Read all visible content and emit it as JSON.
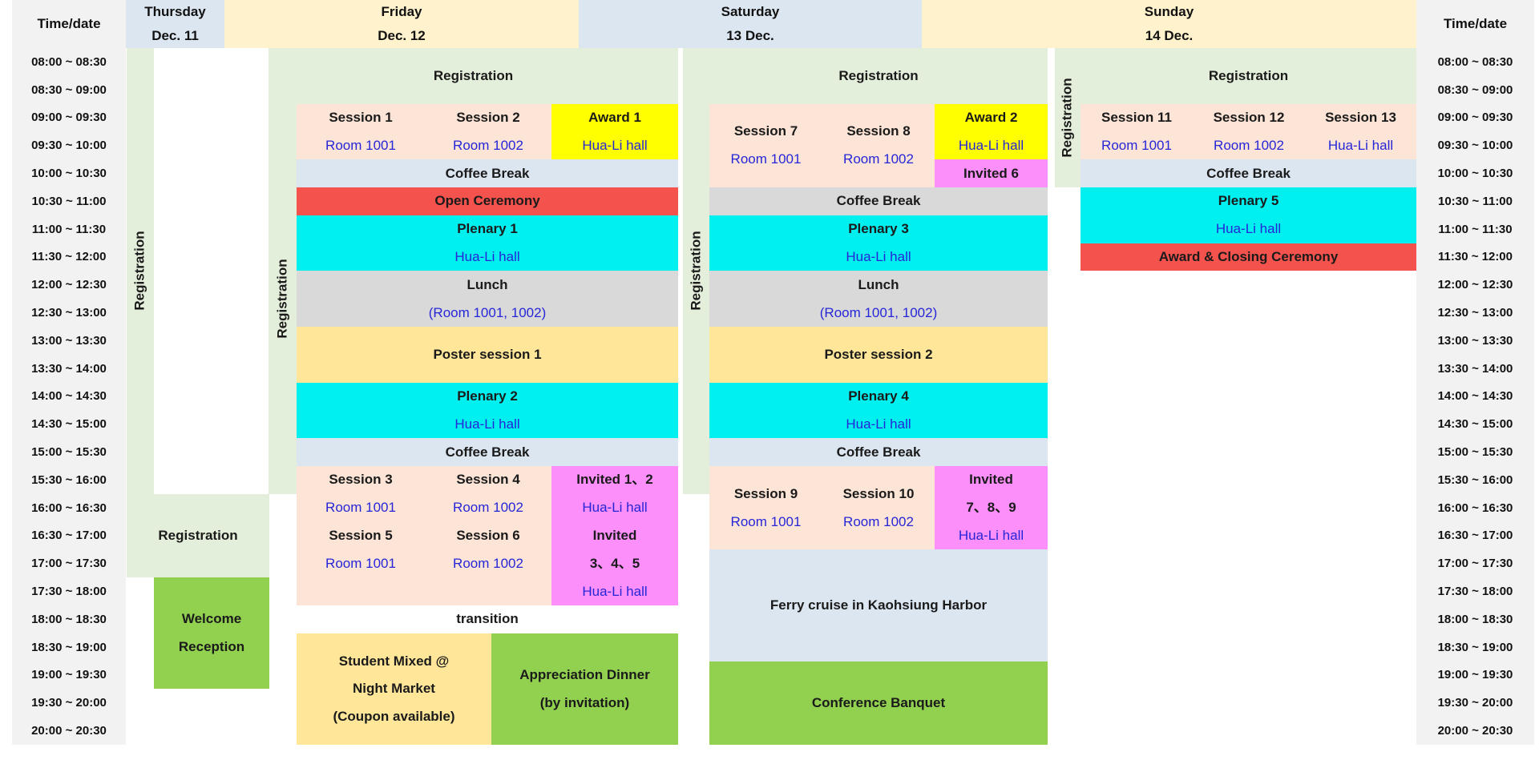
{
  "palette": {
    "headBlue": "#dce6f1",
    "headYellow": "#fff2cc",
    "timeGray": "#f2f2f2",
    "paleGreen": "#e4efdb",
    "pink": "#fce4d6",
    "ltBlue": "#dce6f1",
    "gray": "#d9d9d9",
    "cyan": "#00efef",
    "yellow": "#ffff00",
    "magenta": "#fc8ffa",
    "red": "#f4524d",
    "green": "#92d050",
    "postYellow": "#ffe699",
    "textDark": "#1a1a1a",
    "textBlue": "#2626d8"
  },
  "time_column": {
    "header": "Time/date",
    "slots": [
      "08:00 ~ 08:30",
      "08:30 ~ 09:00",
      "09:00 ~ 09:30",
      "09:30 ~ 10:00",
      "10:00 ~ 10:30",
      "10:30 ~ 11:00",
      "11:00 ~ 11:30",
      "11:30 ~ 12:00",
      "12:00 ~ 12:30",
      "12:30 ~ 13:00",
      "13:00 ~ 13:30",
      "13:30 ~ 14:00",
      "14:00 ~ 14:30",
      "14:30 ~ 15:00",
      "15:00 ~ 15:30",
      "15:30 ~ 16:00",
      "16:00 ~ 16:30",
      "16:30 ~ 17:00",
      "17:00 ~ 17:30",
      "17:30 ~ 18:00",
      "18:00 ~ 18:30",
      "18:30 ~ 19:00",
      "19:00 ~ 19:30",
      "19:30 ~ 20:00",
      "20:00 ~ 20:30"
    ]
  },
  "day_headers": [
    {
      "id": "thursday",
      "line1": "Thursday",
      "line2": "Dec. 11",
      "bg": "headBlue"
    },
    {
      "id": "friday",
      "line1": "Friday",
      "line2": "Dec. 12",
      "bg": "headYellow"
    },
    {
      "id": "saturday",
      "line1": "Saturday",
      "line2": "13 Dec.",
      "bg": "headBlue"
    },
    {
      "id": "sunday",
      "line1": "Sunday",
      "line2": "14 Dec.",
      "bg": "headYellow"
    }
  ],
  "cells": [
    {
      "name": "thursday-registration-strip",
      "col": "thu-strip",
      "row_start": 1,
      "row_end": 16,
      "bg": "paleGreen",
      "rotate": true,
      "mode": "center",
      "lines": [
        {
          "t": "Registration",
          "c": "dark"
        }
      ]
    },
    {
      "name": "thursday-registration-label",
      "col": "thu-wide",
      "row_start": 17,
      "row_end": 19,
      "bg": "paleGreen",
      "mode": "center",
      "lines": [
        {
          "t": "Registration",
          "c": "dark"
        }
      ]
    },
    {
      "name": "thursday-welcome-reception",
      "col": "thu-main",
      "row_start": 20,
      "row_end": 23,
      "bg": "green",
      "mode": "center",
      "lines": [
        {
          "t": "Welcome",
          "c": "dark"
        },
        {
          "t": "Reception",
          "c": "dark"
        }
      ]
    },
    {
      "name": "friday-registration-band",
      "col": "fri-full",
      "row_start": 1,
      "row_end": 2,
      "bg": "paleGreen",
      "mode": "center",
      "lines": [
        {
          "t": "Registration",
          "c": "dark"
        }
      ]
    },
    {
      "name": "friday-registration-strip",
      "col": "fri-strip",
      "row_start": 3,
      "row_end": 16,
      "bg": "paleGreen",
      "rotate": true,
      "mode": "center",
      "lines": [
        {
          "t": "Registration",
          "c": "dark"
        }
      ]
    },
    {
      "name": "friday-session-1",
      "col": "fri-c1",
      "row_start": 3,
      "row_end": 4,
      "bg": "pink",
      "mode": "center",
      "lines": [
        {
          "t": "Session 1",
          "c": "dark"
        },
        {
          "t": "Room 1001",
          "c": "blue"
        }
      ]
    },
    {
      "name": "friday-session-2",
      "col": "fri-c2",
      "row_start": 3,
      "row_end": 4,
      "bg": "pink",
      "mode": "center",
      "lines": [
        {
          "t": "Session 2",
          "c": "dark"
        },
        {
          "t": "Room 1002",
          "c": "blue"
        }
      ]
    },
    {
      "name": "friday-award-1",
      "col": "fri-c3",
      "row_start": 3,
      "row_end": 4,
      "bg": "yellow",
      "mode": "center",
      "lines": [
        {
          "t": "Award 1",
          "c": "dark"
        },
        {
          "t": "Hua-Li hall",
          "c": "blue"
        }
      ]
    },
    {
      "name": "friday-coffee-break-1",
      "col": "fri-body",
      "row_start": 5,
      "row_end": 5,
      "bg": "ltBlue",
      "mode": "center",
      "lines": [
        {
          "t": "Coffee Break",
          "c": "dark"
        }
      ]
    },
    {
      "name": "friday-open-ceremony",
      "col": "fri-body",
      "row_start": 6,
      "row_end": 6,
      "bg": "red",
      "mode": "center",
      "lines": [
        {
          "t": "Open Ceremony",
          "c": "dark"
        }
      ]
    },
    {
      "name": "friday-plenary-1",
      "col": "fri-body",
      "row_start": 7,
      "row_end": 8,
      "bg": "cyan",
      "mode": "center",
      "lines": [
        {
          "t": "Plenary 1",
          "c": "dark"
        },
        {
          "t": "Hua-Li hall",
          "c": "blue"
        }
      ]
    },
    {
      "name": "friday-lunch",
      "col": "fri-body",
      "row_start": 9,
      "row_end": 10,
      "bg": "gray",
      "mode": "center",
      "lines": [
        {
          "t": "Lunch",
          "c": "dark"
        },
        {
          "t": "(Room 1001, 1002)",
          "c": "blue"
        }
      ]
    },
    {
      "name": "friday-poster-session-1",
      "col": "fri-body",
      "row_start": 11,
      "row_end": 12,
      "bg": "postYellow",
      "mode": "center",
      "lines": [
        {
          "t": "Poster session 1",
          "c": "dark"
        }
      ]
    },
    {
      "name": "friday-plenary-2",
      "col": "fri-body",
      "row_start": 13,
      "row_end": 14,
      "bg": "cyan",
      "mode": "center",
      "lines": [
        {
          "t": "Plenary 2",
          "c": "dark"
        },
        {
          "t": "Hua-Li hall",
          "c": "blue"
        }
      ]
    },
    {
      "name": "friday-coffee-break-2",
      "col": "fri-body",
      "row_start": 15,
      "row_end": 15,
      "bg": "ltBlue",
      "mode": "center",
      "lines": [
        {
          "t": "Coffee Break",
          "c": "dark"
        }
      ]
    },
    {
      "name": "friday-sessions-3-5",
      "col": "fri-c1",
      "row_start": 16,
      "row_end": 20,
      "bg": "pink",
      "mode": "rows",
      "lines": [
        {
          "t": "Session 3",
          "c": "dark"
        },
        {
          "t": "Room 1001",
          "c": "blue"
        },
        {
          "t": "Session 5",
          "c": "dark"
        },
        {
          "t": "Room 1001",
          "c": "blue"
        }
      ]
    },
    {
      "name": "friday-sessions-4-6",
      "col": "fri-c2",
      "row_start": 16,
      "row_end": 20,
      "bg": "pink",
      "mode": "rows",
      "lines": [
        {
          "t": "Session 4",
          "c": "dark"
        },
        {
          "t": "Room 1002",
          "c": "blue"
        },
        {
          "t": "Session 6",
          "c": "dark"
        },
        {
          "t": "Room 1002",
          "c": "blue"
        }
      ]
    },
    {
      "name": "friday-invited-1-5",
      "col": "fri-c3",
      "row_start": 16,
      "row_end": 20,
      "bg": "magenta",
      "mode": "rows",
      "lines": [
        {
          "t": "Invited 1、2",
          "c": "dark"
        },
        {
          "t": "Hua-Li hall",
          "c": "blue"
        },
        {
          "t": "Invited",
          "c": "dark"
        },
        {
          "t": "3、4、5",
          "c": "dark"
        },
        {
          "t": "Hua-Li hall",
          "c": "blue"
        }
      ]
    },
    {
      "name": "friday-transition",
      "col": "fri-body",
      "row_start": 21,
      "row_end": 21,
      "bg": "none",
      "mode": "center",
      "lines": [
        {
          "t": "transition",
          "c": "dark"
        }
      ]
    },
    {
      "name": "friday-student-mixed",
      "col": "fri-d1",
      "row_start": 22,
      "row_end": 25,
      "bg": "postYellow",
      "mode": "center",
      "lines": [
        {
          "t": "Student Mixed @",
          "c": "dark"
        },
        {
          "t": "Night Market",
          "c": "dark"
        },
        {
          "t": "(Coupon available)",
          "c": "dark"
        }
      ]
    },
    {
      "name": "friday-appreciation-dinner",
      "col": "fri-d2",
      "row_start": 22,
      "row_end": 25,
      "bg": "green",
      "mode": "center",
      "lines": [
        {
          "t": "Appreciation Dinner",
          "c": "dark"
        },
        {
          "t": "(by invitation)",
          "c": "dark"
        }
      ]
    },
    {
      "name": "saturday-registration-band",
      "col": "sat-full",
      "row_start": 1,
      "row_end": 2,
      "bg": "paleGreen",
      "mode": "center",
      "lines": [
        {
          "t": "Registration",
          "c": "dark"
        }
      ]
    },
    {
      "name": "saturday-registration-strip",
      "col": "sat-strip",
      "row_start": 1,
      "row_end": 16,
      "bg": "paleGreen",
      "rotate": true,
      "mode": "center",
      "lines": [
        {
          "t": "Registration",
          "c": "dark"
        }
      ]
    },
    {
      "name": "saturday-session-7",
      "col": "sat-c1",
      "row_start": 3,
      "row_end": 5,
      "bg": "pink",
      "mode": "center",
      "lines": [
        {
          "t": "Session 7",
          "c": "dark"
        },
        {
          "t": "Room 1001",
          "c": "blue"
        }
      ]
    },
    {
      "name": "saturday-session-8",
      "col": "sat-c2",
      "row_start": 3,
      "row_end": 5,
      "bg": "pink",
      "mode": "center",
      "lines": [
        {
          "t": "Session 8",
          "c": "dark"
        },
        {
          "t": "Room 1002",
          "c": "blue"
        }
      ]
    },
    {
      "name": "saturday-award-2",
      "col": "sat-c3",
      "row_start": 3,
      "row_end": 4,
      "bg": "yellow",
      "mode": "center",
      "lines": [
        {
          "t": "Award 2",
          "c": "dark"
        },
        {
          "t": "Hua-Li hall",
          "c": "blue"
        }
      ]
    },
    {
      "name": "saturday-invited-6",
      "col": "sat-c3",
      "row_start": 5,
      "row_end": 5,
      "bg": "magenta",
      "mode": "center",
      "lines": [
        {
          "t": "Invited 6",
          "c": "dark"
        }
      ]
    },
    {
      "name": "saturday-coffee-break-1",
      "col": "sat-full",
      "row_start": 6,
      "row_end": 6,
      "bg": "gray",
      "mode": "center",
      "lines": [
        {
          "t": "Coffee Break",
          "c": "dark"
        }
      ]
    },
    {
      "name": "saturday-plenary-3",
      "col": "sat-full",
      "row_start": 7,
      "row_end": 8,
      "bg": "cyan",
      "mode": "center",
      "lines": [
        {
          "t": "Plenary 3",
          "c": "dark"
        },
        {
          "t": "Hua-Li hall",
          "c": "blue"
        }
      ]
    },
    {
      "name": "saturday-lunch",
      "col": "sat-full",
      "row_start": 9,
      "row_end": 10,
      "bg": "gray",
      "mode": "center",
      "lines": [
        {
          "t": "Lunch",
          "c": "dark"
        },
        {
          "t": "(Room 1001, 1002)",
          "c": "blue"
        }
      ]
    },
    {
      "name": "saturday-poster-session-2",
      "col": "sat-full",
      "row_start": 11,
      "row_end": 12,
      "bg": "postYellow",
      "mode": "center",
      "lines": [
        {
          "t": "Poster session 2",
          "c": "dark"
        }
      ]
    },
    {
      "name": "saturday-plenary-4",
      "col": "sat-full",
      "row_start": 13,
      "row_end": 14,
      "bg": "cyan",
      "mode": "center",
      "lines": [
        {
          "t": "Plenary 4",
          "c": "dark"
        },
        {
          "t": "Hua-Li hall",
          "c": "blue"
        }
      ]
    },
    {
      "name": "saturday-coffee-break-2",
      "col": "sat-full",
      "row_start": 15,
      "row_end": 15,
      "bg": "ltBlue",
      "mode": "center",
      "lines": [
        {
          "t": "Coffee Break",
          "c": "dark"
        }
      ]
    },
    {
      "name": "saturday-session-9",
      "col": "sat-c1",
      "row_start": 16,
      "row_end": 18,
      "bg": "pink",
      "mode": "center",
      "lines": [
        {
          "t": "Session 9",
          "c": "dark"
        },
        {
          "t": "Room 1001",
          "c": "blue"
        }
      ]
    },
    {
      "name": "saturday-session-10",
      "col": "sat-c2",
      "row_start": 16,
      "row_end": 18,
      "bg": "pink",
      "mode": "center",
      "lines": [
        {
          "t": "Session 10",
          "c": "dark"
        },
        {
          "t": "Room 1002",
          "c": "blue"
        }
      ]
    },
    {
      "name": "saturday-invited-7-8-9",
      "col": "sat-c3",
      "row_start": 16,
      "row_end": 18,
      "bg": "magenta",
      "mode": "rows",
      "lines": [
        {
          "t": "Invited",
          "c": "dark"
        },
        {
          "t": "7、8、9",
          "c": "dark"
        },
        {
          "t": "Hua-Li hall",
          "c": "blue"
        }
      ]
    },
    {
      "name": "saturday-ferry-cruise",
      "col": "sat-full",
      "row_start": 19,
      "row_end": 22,
      "bg": "ltBlue",
      "mode": "center",
      "lines": [
        {
          "t": "Ferry cruise in Kaohsiung Harbor",
          "c": "dark"
        }
      ]
    },
    {
      "name": "saturday-conference-banquet",
      "col": "sat-full",
      "row_start": 23,
      "row_end": 25,
      "bg": "green",
      "mode": "center",
      "lines": [
        {
          "t": "Conference Banquet",
          "c": "dark"
        }
      ]
    },
    {
      "name": "sunday-registration-band",
      "col": "sun-full",
      "row_start": 1,
      "row_end": 2,
      "bg": "paleGreen",
      "mode": "center",
      "lines": [
        {
          "t": "Registration",
          "c": "dark"
        }
      ]
    },
    {
      "name": "sunday-registration-strip",
      "col": "sun-strip",
      "row_start": 1,
      "row_end": 5,
      "bg": "paleGreen",
      "rotate": true,
      "mode": "center",
      "lines": [
        {
          "t": "Registration",
          "c": "dark"
        }
      ]
    },
    {
      "name": "sunday-session-11",
      "col": "sun-c1",
      "row_start": 3,
      "row_end": 4,
      "bg": "pink",
      "mode": "center",
      "lines": [
        {
          "t": "Session 11",
          "c": "dark"
        },
        {
          "t": "Room 1001",
          "c": "blue"
        }
      ]
    },
    {
      "name": "sunday-session-12",
      "col": "sun-c2",
      "row_start": 3,
      "row_end": 4,
      "bg": "pink",
      "mode": "center",
      "lines": [
        {
          "t": "Session 12",
          "c": "dark"
        },
        {
          "t": "Room 1002",
          "c": "blue"
        }
      ]
    },
    {
      "name": "sunday-session-13",
      "col": "sun-c3",
      "row_start": 3,
      "row_end": 4,
      "bg": "pink",
      "mode": "center",
      "lines": [
        {
          "t": "Session 13",
          "c": "dark"
        },
        {
          "t": "Hua-Li hall",
          "c": "blue"
        }
      ]
    },
    {
      "name": "sunday-coffee-break",
      "col": "sun-full",
      "row_start": 5,
      "row_end": 5,
      "bg": "ltBlue",
      "mode": "center",
      "lines": [
        {
          "t": "Coffee Break",
          "c": "dark"
        }
      ]
    },
    {
      "name": "sunday-plenary-5",
      "col": "sun-full",
      "row_start": 6,
      "row_end": 7,
      "bg": "cyan",
      "mode": "center",
      "lines": [
        {
          "t": "Plenary 5",
          "c": "dark"
        },
        {
          "t": "Hua-Li hall",
          "c": "blue"
        }
      ]
    },
    {
      "name": "sunday-award-closing-ceremony",
      "col": "sun-full",
      "row_start": 8,
      "row_end": 8,
      "bg": "red",
      "mode": "center",
      "lines": [
        {
          "t": "Award & Closing Ceremony",
          "c": "dark"
        }
      ]
    }
  ]
}
